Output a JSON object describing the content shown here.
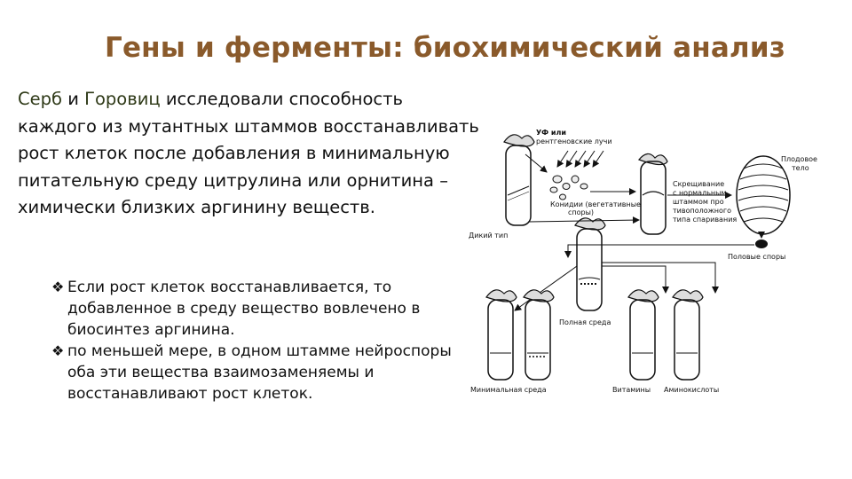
{
  "slide": {
    "title": "Гены и ферменты: биохимический анализ",
    "paragraph": {
      "author1": "Серб",
      "conj": " и ",
      "author2": "Горовиц",
      "rest": " исследовали способность каждого из мутантных штаммов восстанавливать рост клеток после добавления в минимальную питательную среду цитрулина или орнитина – химически близких аргинину веществ."
    },
    "bullets": [
      {
        "marker": "❖",
        "text": "Если рост клеток восстанавливается, то добавленное в среду вещество вовлечено в биосинтез аргинина."
      },
      {
        "marker": "❖",
        "text": "по меньшей мере, в одном штамме нейроспоры оба эти вещества взаимозаменяемы и восстанавливают рост клеток."
      }
    ]
  },
  "figure": {
    "labels": {
      "uv": "УФ или",
      "xray": "рентгеновские лучи",
      "conidia1": "Конидии (вегетативные",
      "conidia2": "споры)",
      "wild": "Дикий тип",
      "cross1": "Скрещивание",
      "cross2": "с нормальным",
      "cross3": "штаммом про",
      "cross4": "тивоположного",
      "cross5": "типа спаривания",
      "fruit1": "Плодовое",
      "fruit2": "тело",
      "spores": "Половые споры",
      "full": "Полная среда",
      "minimal": "Минимальная среда",
      "vitamins": "Витамины",
      "amino": "Аминокислоты"
    }
  }
}
